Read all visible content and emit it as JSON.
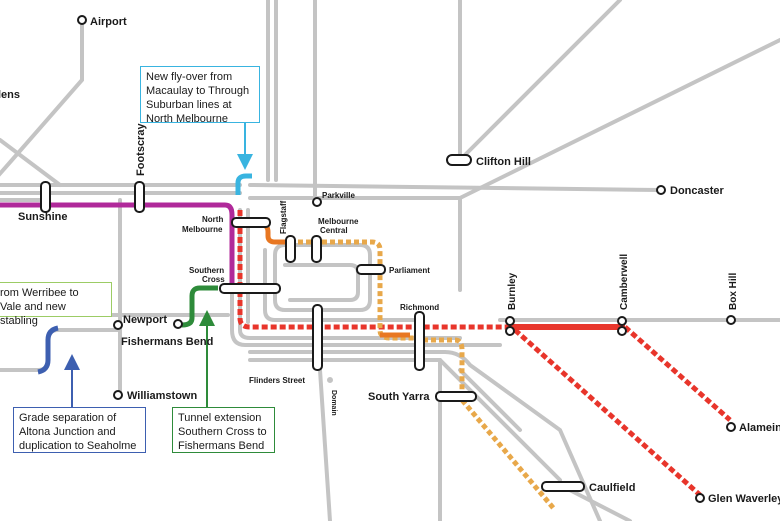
{
  "stations": {
    "airport": "Airport",
    "dens": "lens",
    "footscray": "Footscray",
    "sunshine": "Sunshine",
    "parkville": "Parkville",
    "north_melbourne_1": "North",
    "north_melbourne_2": "Melbourne",
    "flagstaff": "Flagstaff",
    "melbourne_central_1": "Melbourne",
    "melbourne_central_2": "Central",
    "clifton_hill": "Clifton Hill",
    "doncaster": "Doncaster",
    "southern_cross_1": "Southern",
    "southern_cross_2": "Cross",
    "parliament": "Parliament",
    "richmond": "Richmond",
    "burnley": "Burnley",
    "camberwell": "Camberwell",
    "box_hill": "Box Hill",
    "newport": "Newport",
    "fishermans_bend": "Fishermans Bend",
    "williamstown": "Williamstown",
    "flinders_street": "Flinders Street",
    "domain": "Domain",
    "south_yarra": "South Yarra",
    "caulfield": "Caulfield",
    "alamein": "Alamein",
    "glen_waverley": "Glen Waverley"
  },
  "notes": {
    "flyover": [
      "New fly-over from",
      "Macaulay to Through",
      "Suburban lines at",
      "North Melbourne"
    ],
    "werribee": [
      "rom Werribee to",
      "Vale and new stabling"
    ],
    "altona": [
      "Grade separation of",
      "Altona Junction and",
      "duplication to Seaholme"
    ],
    "tunnel": [
      "Tunnel extension",
      "Southern Cross to",
      "Fishermans Bend"
    ]
  },
  "colors": {
    "network": "#c4c4c4",
    "sunshine_line": "#b0299a",
    "green_tunnel": "#2e8b3a",
    "orange_line": "#e8a84a",
    "red_line": "#e8352b",
    "blue_link": "#3d5fb0",
    "callout_cyan": "#39b4e0",
    "note_border_cyan": "#39b4e0",
    "note_border_green_light": "#9ccc65",
    "note_border_blue": "#3d5fb0",
    "note_border_green": "#2e8b3a"
  }
}
